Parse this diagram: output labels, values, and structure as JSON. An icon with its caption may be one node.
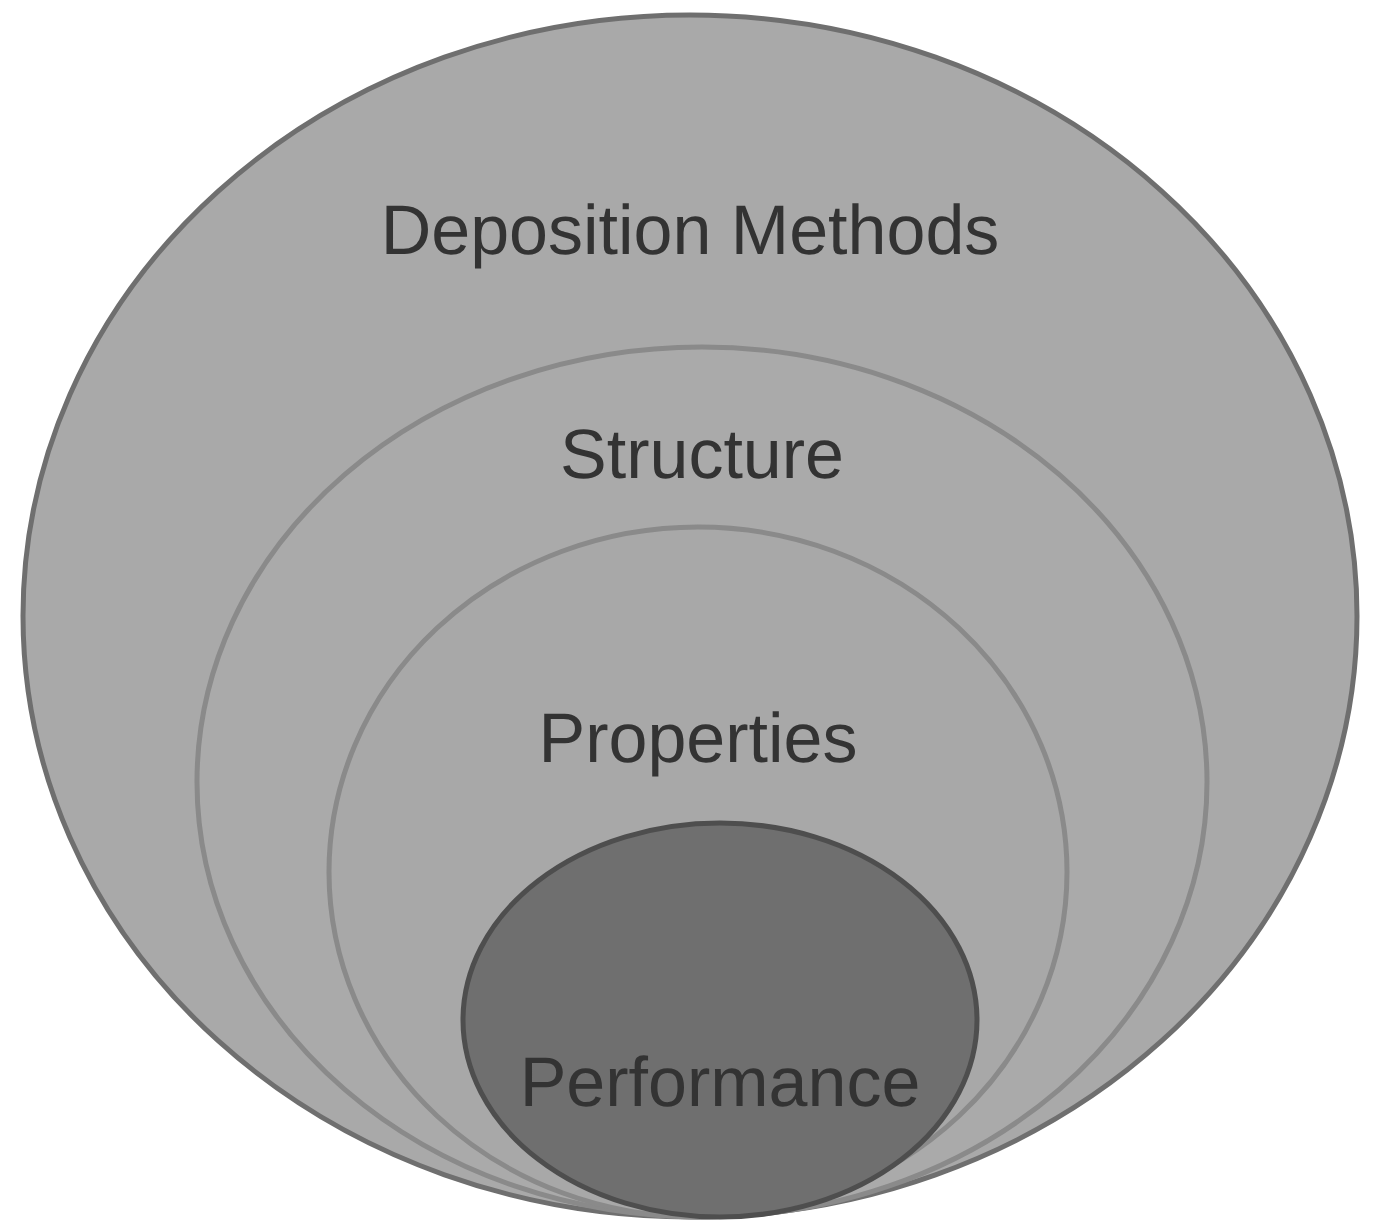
{
  "diagram": {
    "nodes": [
      {
        "text": [
          "Deposition Methods"
        ]
      },
      {
        "text": [
          "Structure"
        ],
        "in": 0
      },
      {
        "text": [
          "Properties"
        ],
        "in": 1
      },
      {
        "text": [
          "Performance"
        ],
        "in": 2
      }
    ]
  }
}
